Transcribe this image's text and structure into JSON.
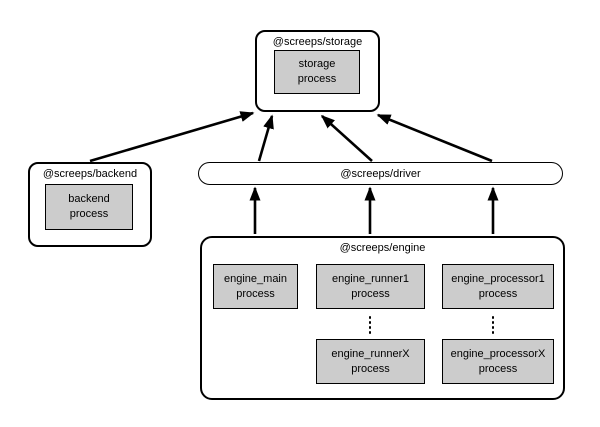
{
  "diagram": {
    "nodes": {
      "storage": {
        "title": "@screeps/storage",
        "process": "storage\nprocess"
      },
      "backend": {
        "title": "@screeps/backend",
        "process": "backend\nprocess"
      },
      "driver": {
        "title": "@screeps/driver"
      },
      "engine": {
        "title": "@screeps/engine",
        "main": "engine_main\nprocess",
        "runner1": "engine_runner1\nprocess",
        "runnerX": "engine_runnerX\nprocess",
        "processor1": "engine_processor1\nprocess",
        "processorX": "engine_processorX\nprocess"
      }
    },
    "edges": [
      {
        "from": "backend",
        "to": "storage"
      },
      {
        "from": "driver",
        "to": "storage",
        "note": "left"
      },
      {
        "from": "driver",
        "to": "storage",
        "note": "middle"
      },
      {
        "from": "driver",
        "to": "storage",
        "note": "right"
      },
      {
        "from": "engine_main process",
        "to": "driver"
      },
      {
        "from": "engine_runner processes",
        "to": "driver"
      },
      {
        "from": "engine_processor processes",
        "to": "driver"
      }
    ],
    "icons": {
      "vertical_ellipsis": "⋮"
    },
    "colors": {
      "process_fill": "#cccccc",
      "border": "#000000",
      "background": "#ffffff",
      "arrow": "#000000"
    }
  }
}
